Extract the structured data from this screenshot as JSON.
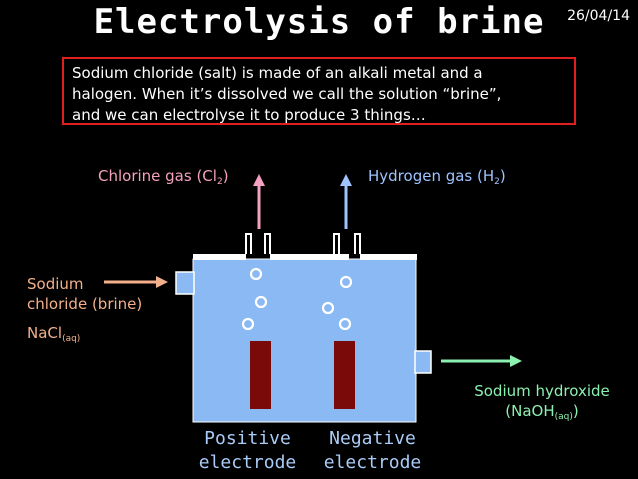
{
  "title": "Electrolysis of brine",
  "date": "26/04/14",
  "intro": {
    "line1": "Sodium chloride (salt) is made of an alkali metal and a",
    "line2": "halogen.  When it’s dissolved we call the solution “brine”,",
    "line3": "and we can electrolyse it to produce 3 things…"
  },
  "labels": {
    "chlorine": "Chlorine gas (Cl",
    "chlorine_sub": "2",
    "chlorine_close": ")",
    "hydrogen": "Hydrogen gas (H",
    "hydrogen_sub": "2",
    "hydrogen_close": ")",
    "sodium_line1": "Sodium",
    "sodium_line2": "chloride (brine)",
    "nacl": "NaCl",
    "nacl_sub": "(aq)",
    "naoh_line1": "Sodium hydroxide",
    "naoh_line2": "(NaOH",
    "naoh_sub": "(aq)",
    "naoh_close": ")",
    "positive_line1": "Positive",
    "positive_line2": "electrode",
    "negative_line1": "Negative",
    "negative_line2": "electrode"
  },
  "colors": {
    "background": "#000000",
    "tank": "#8ab9f4",
    "electrode": "#7a0a0a",
    "chlorine_arrow": "#f4a0c0",
    "hydrogen_arrow": "#9ec3ff",
    "sodium_arrow": "#f3b08a",
    "naoh_arrow": "#8cf0b0",
    "box_border": "#e02020"
  }
}
